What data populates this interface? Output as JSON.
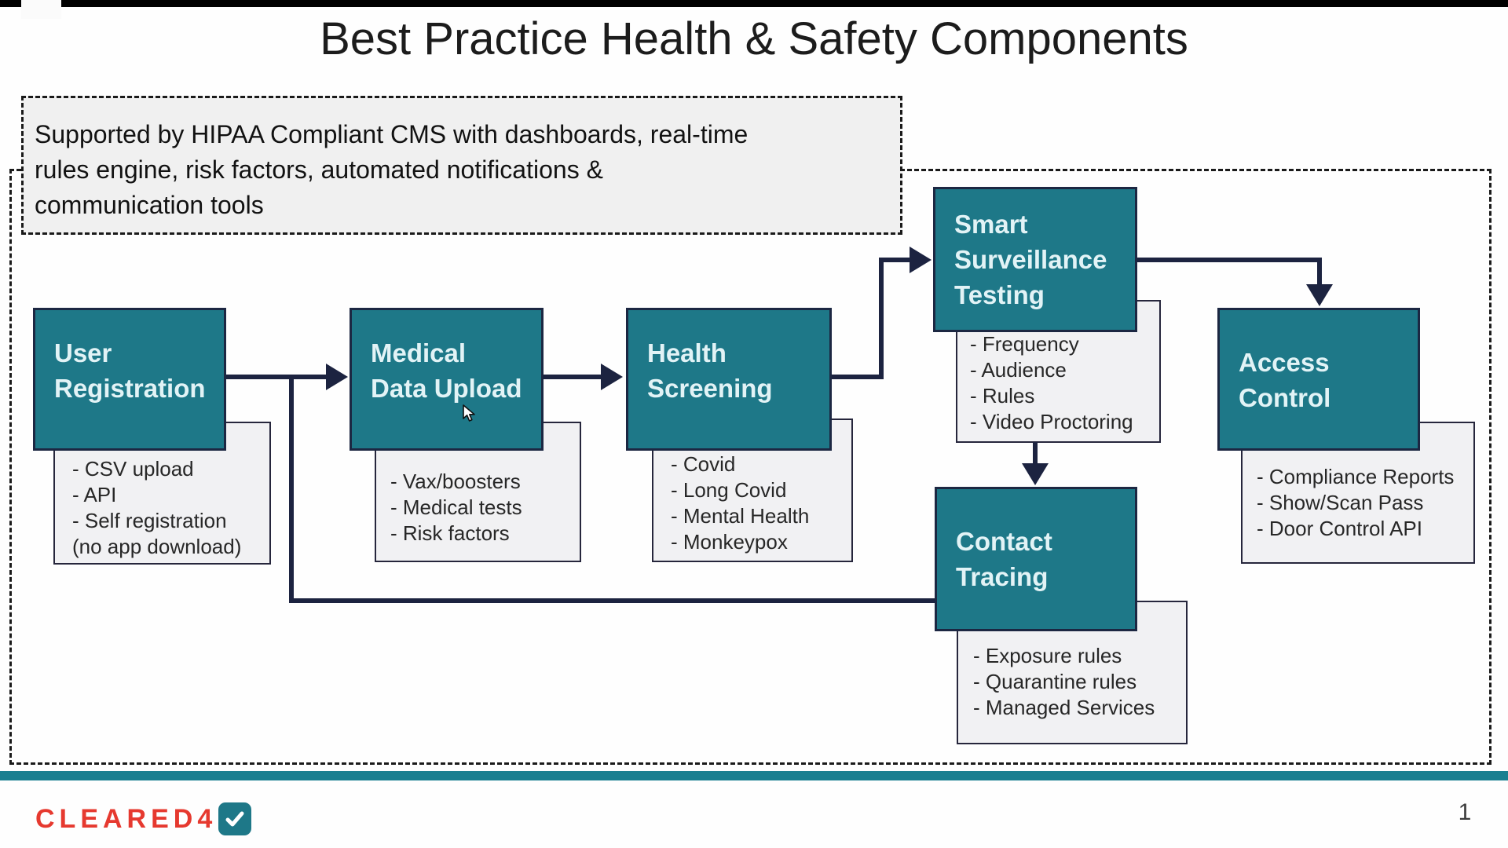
{
  "slide": {
    "title": "Best Practice Health & Safety Components",
    "page_number": "1"
  },
  "note": {
    "lines": [
      "Supported by HIPAA Compliant CMS with dashboards, real-time",
      "rules engine, risk factors, automated notifications &",
      "communication tools"
    ]
  },
  "nodes": [
    {
      "label": "User\nRegistration",
      "details": [
        "- CSV upload",
        "- API",
        "- Self registration",
        "(no app download)"
      ]
    },
    {
      "label": "Medical\nData Upload",
      "details": [
        "- Vax/boosters",
        "- Medical tests",
        "- Risk factors"
      ]
    },
    {
      "label": "Health\nScreening",
      "details": [
        "- Covid",
        "- Long Covid",
        "- Mental Health",
        "- Monkeypox"
      ]
    },
    {
      "label": "Smart\nSurveillance\nTesting",
      "details": [
        "- Frequency",
        "- Audience",
        "- Rules",
        "- Video Proctoring"
      ]
    },
    {
      "label": "Contact\nTracing",
      "details": [
        "- Exposure rules",
        "- Quarantine rules",
        "- Managed Services"
      ]
    },
    {
      "label": "Access\nControl",
      "details": [
        "- Compliance Reports",
        "- Show/Scan Pass",
        "- Door Control API"
      ]
    }
  ],
  "footer": {
    "logo_text": "CLEARED4",
    "check_icon": "checkmark"
  },
  "colors": {
    "node_teal": "#1e7888",
    "node_border_navy": "#1c2742",
    "arrow_navy": "#1c2340",
    "brand_red": "#e6392f",
    "footer_bar_teal": "#1a7f90",
    "note_gray": "#f0f0f0",
    "list_gray": "#f1f1f3"
  }
}
